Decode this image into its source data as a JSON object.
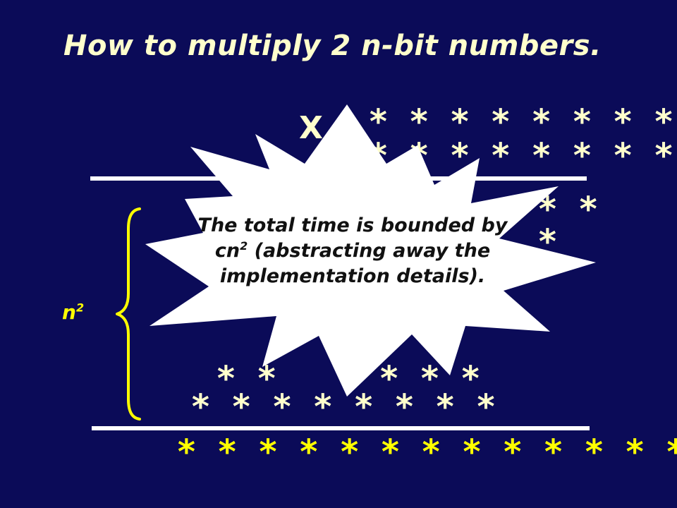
{
  "slide": {
    "title": "How to multiply 2 n-bit numbers.",
    "multiply_sign": "X",
    "n_label": "n",
    "n_exponent": "2",
    "colors": {
      "background": "#0b0b58",
      "text": "#ffffcc",
      "accent": "#ffff00",
      "rule": "#ffffff",
      "burst": "#ffffff"
    }
  },
  "operands": {
    "top_row": "* * * * * * * *",
    "second_row": "* * * * * * * *"
  },
  "partial_products": {
    "visible_row_1": "* *",
    "visible_row_2": "*",
    "visible_row_3": "* *   * * * *",
    "visible_row_4": "* * * * * * * *"
  },
  "result_row": "* * * * * * * * * * * * * * * *",
  "callout": {
    "line1": "The total time is bounded by",
    "line2_prefix": "cn",
    "line2_exponent": "2",
    "line2_suffix": " (abstracting away the",
    "line3": "implementation details)."
  }
}
